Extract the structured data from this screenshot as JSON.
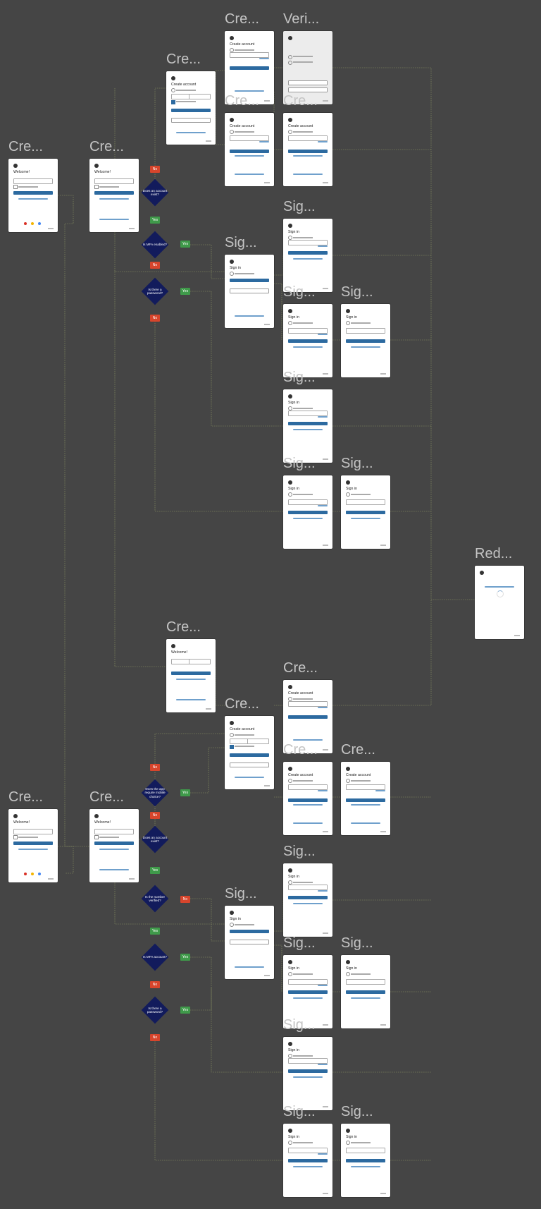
{
  "labels": {
    "yes": "Yes",
    "no": "No",
    "create": "Cre...",
    "verify": "Veri...",
    "sign": "Sig...",
    "redirect": "Red..."
  },
  "screen_text": {
    "welcome": "Welcome!",
    "create_account": "Create account",
    "sign_in": "Sign in"
  },
  "decisions": {
    "account_exists": "Does an account exist?",
    "mfa_enabled": "Is MFA enabled?",
    "has_password": "Is there a password?",
    "approve_mobile": "Does the app require mobile choice?",
    "number_verified": "Is the number verified?",
    "mfa_account": "Is MFA account?"
  },
  "colors": {
    "canvas": "#454545",
    "decision": "#121b5c",
    "yes": "#3f9a4a",
    "no": "#d7452c",
    "primary": "#2c6aa0"
  }
}
